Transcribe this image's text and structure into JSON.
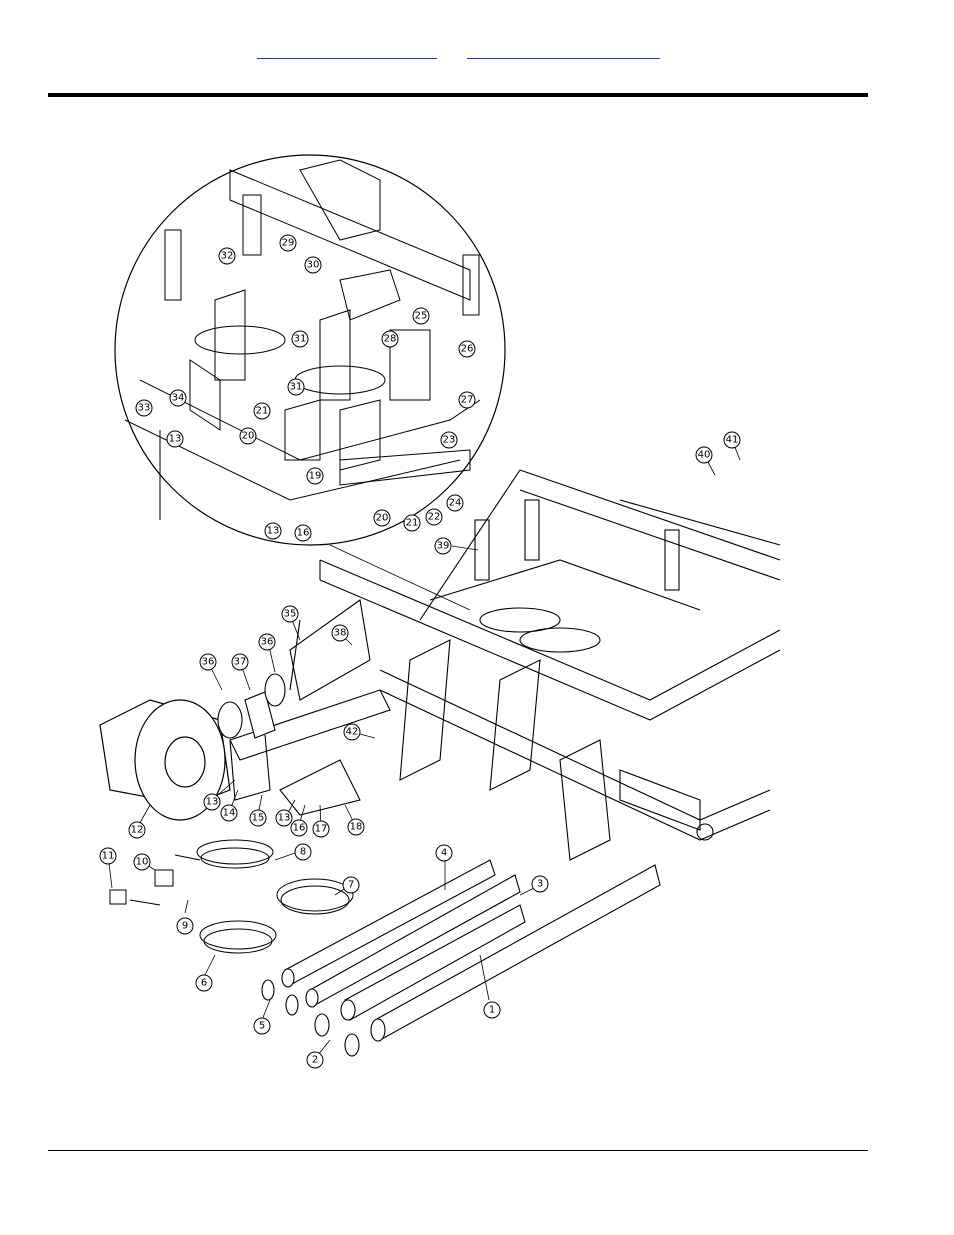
{
  "header": {
    "links": [
      "",
      ""
    ]
  },
  "diagram": {
    "callouts": [
      "1",
      "2",
      "3",
      "4",
      "5",
      "6",
      "7",
      "8",
      "9",
      "10",
      "11",
      "12",
      "13",
      "14",
      "15",
      "16",
      "17",
      "18",
      "19",
      "20",
      "21",
      "22",
      "23",
      "24",
      "25",
      "26",
      "27",
      "28",
      "29",
      "30",
      "31",
      "32",
      "33",
      "34",
      "35",
      "36",
      "37",
      "38",
      "39",
      "40",
      "41",
      "42"
    ]
  }
}
